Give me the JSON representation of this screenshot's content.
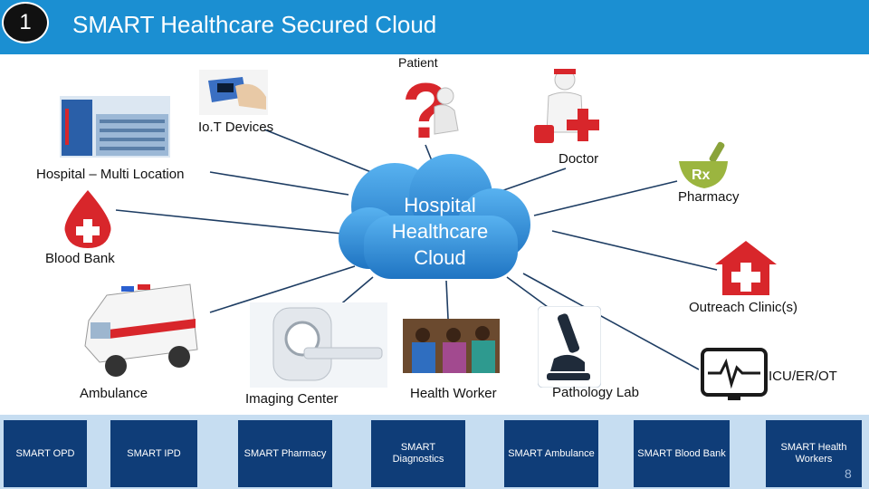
{
  "header": {
    "slide_number": "1",
    "title": "SMART Healthcare Secured Cloud"
  },
  "cloud": {
    "lines": [
      "Hospital",
      "Healthcare",
      "Cloud"
    ]
  },
  "nodes": {
    "patient": "Patient",
    "iot": "Io.T Devices",
    "doctor": "Doctor",
    "hospital": "Hospital – Multi Location",
    "pharmacy": "Pharmacy",
    "blood_bank": "Blood Bank",
    "outreach": "Outreach Clinic(s)",
    "icu": "ICU/ER/OT",
    "ambulance": "Ambulance",
    "imaging": "Imaging Center",
    "health_worker": "Health Worker",
    "pathology": "Pathology Lab"
  },
  "bottom_boxes": [
    "SMART OPD",
    "SMART IPD",
    "SMART Pharmacy",
    "SMART Diagnostics",
    "SMART Ambulance",
    "SMART Blood Bank",
    "SMART Health Workers"
  ],
  "page_number": "8",
  "colors": {
    "header": "#1b8fd2",
    "cloud": "#2f8fd8",
    "box": "#0f3d78",
    "bar": "#c6ddf1",
    "red": "#e0262b"
  }
}
